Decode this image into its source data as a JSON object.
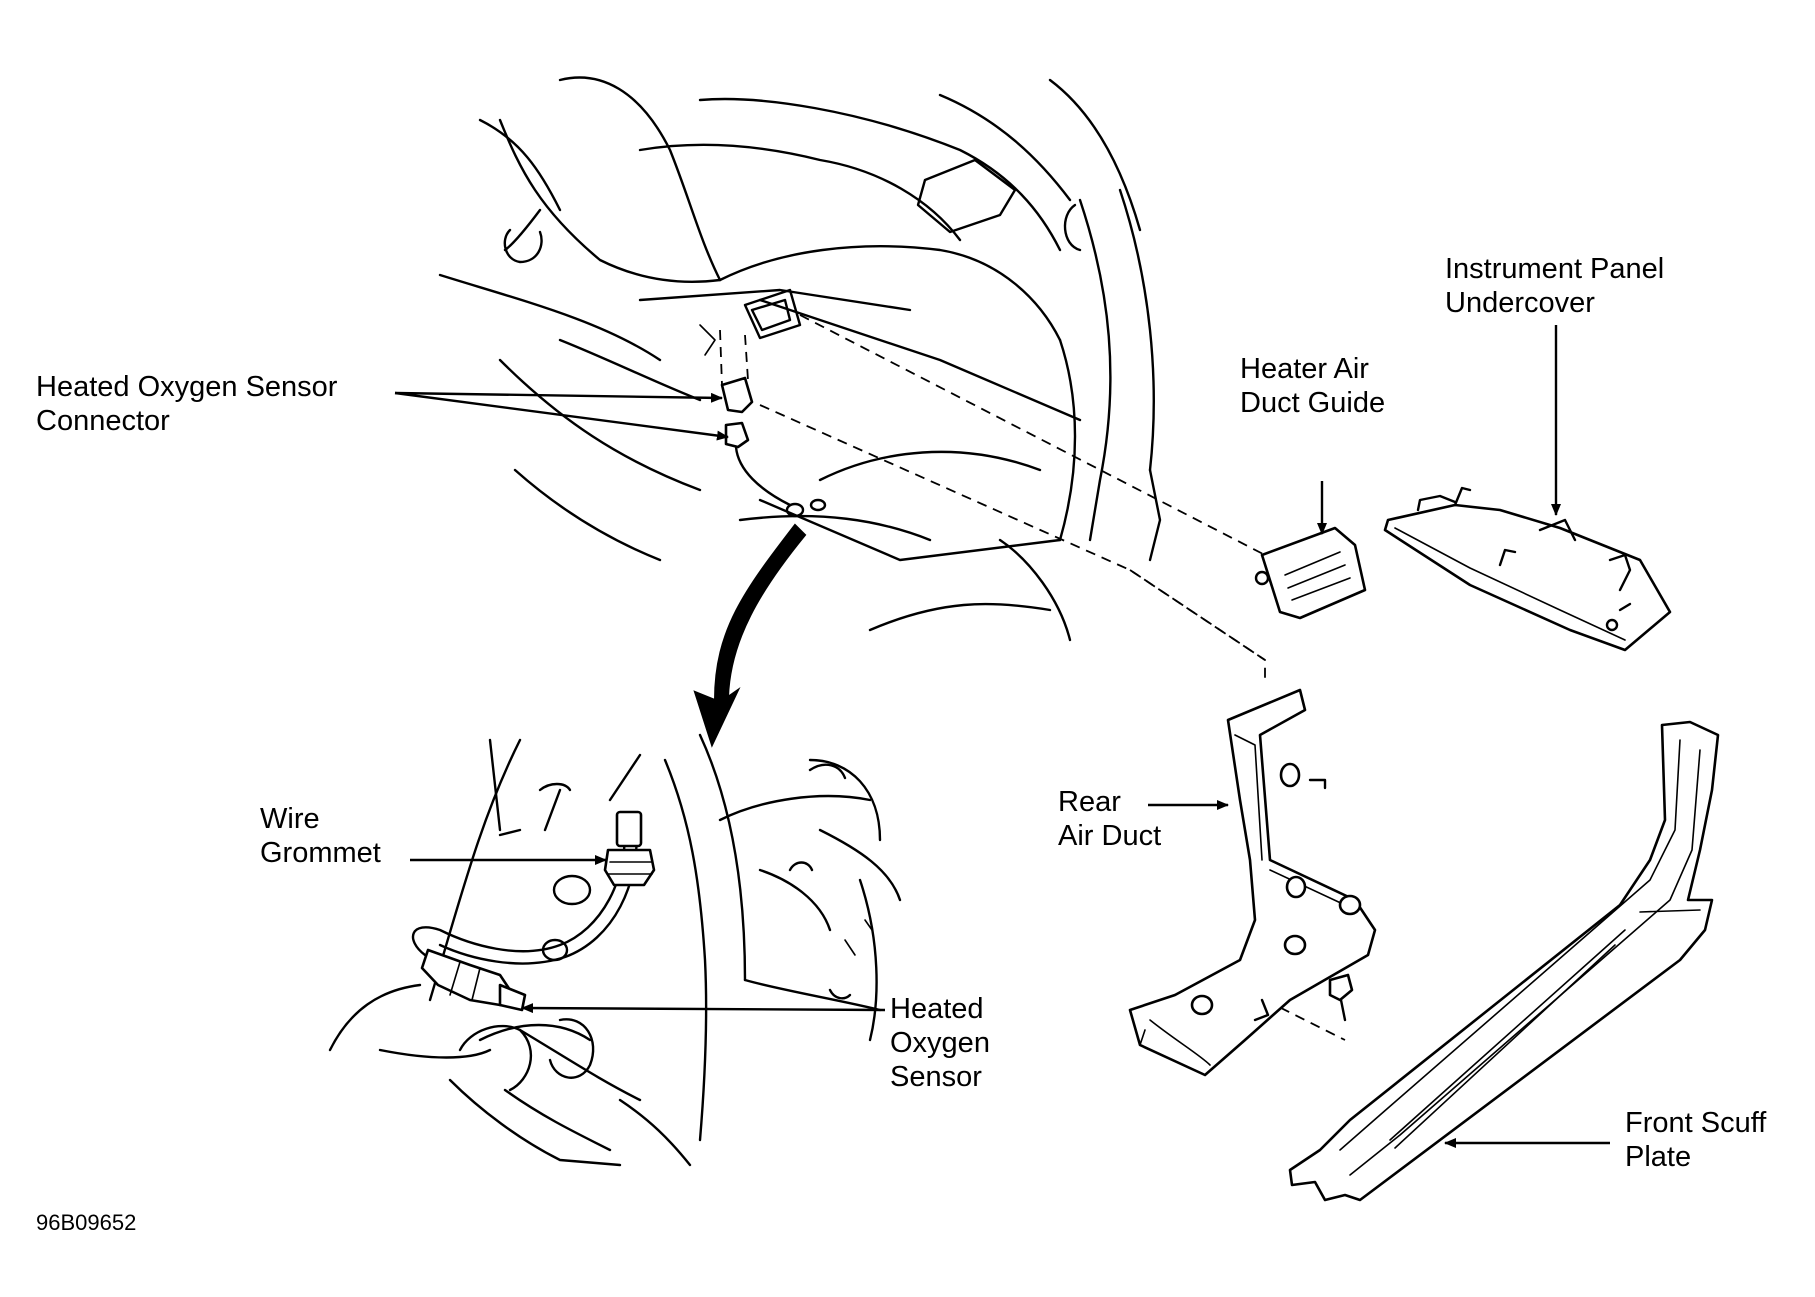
{
  "labels": {
    "heated_oxygen_sensor_connector": [
      "Heated Oxygen Sensor",
      "Connector"
    ],
    "instrument_panel_undercover": [
      "Instrument Panel",
      "Undercover"
    ],
    "heater_air_duct_guide": [
      "Heater Air",
      "Duct Guide"
    ],
    "rear_air_duct": [
      "Rear",
      "Air Duct"
    ],
    "wire_grommet": [
      "Wire",
      "Grommet"
    ],
    "heated_oxygen_sensor": [
      "Heated",
      "Oxygen",
      "Sensor"
    ],
    "front_scuff_plate": [
      "Front Scuff",
      "Plate"
    ]
  },
  "figure_code": "96B09652",
  "colors": {
    "line": "#000000",
    "background": "#ffffff"
  }
}
